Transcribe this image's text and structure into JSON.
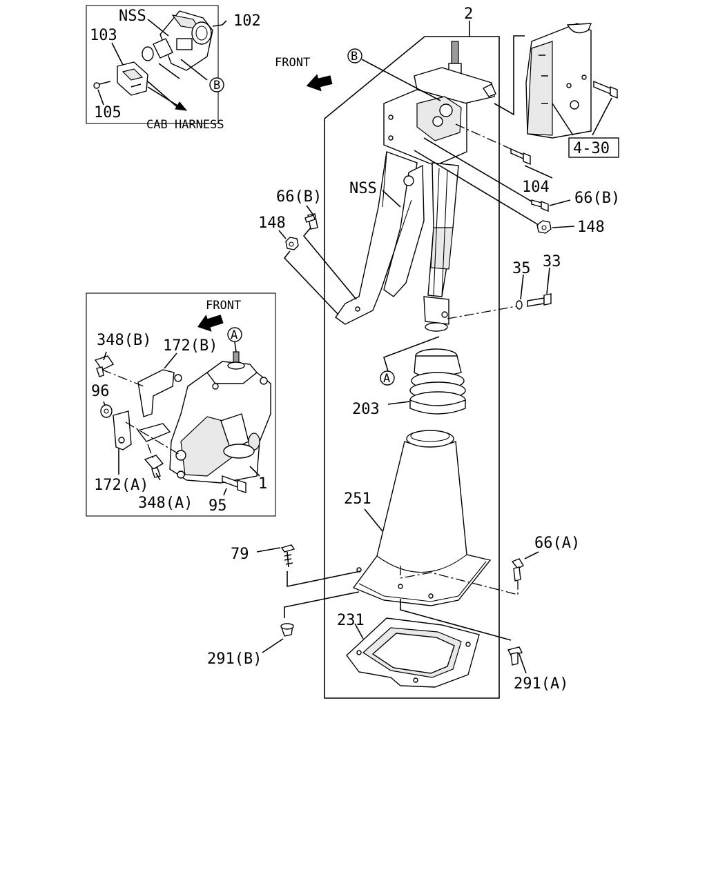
{
  "labels": {
    "nss_top": "NSS",
    "p102": "102",
    "p103": "103",
    "p105": "105",
    "cab_harness": "CAB HARNESS",
    "front_top": "FRONT",
    "p2": "2",
    "ref_430": "4-30",
    "p104": "104",
    "p66b_left": "66(B)",
    "p66b_right": "66(B)",
    "p148_left": "148",
    "p148_right": "148",
    "nss_mid": "NSS",
    "p35": "35",
    "p33": "33",
    "front_inset": "FRONT",
    "p348b": "348(B)",
    "p172b": "172(B)",
    "p96": "96",
    "p172a": "172(A)",
    "p348a": "348(A)",
    "p95": "95",
    "p1": "1",
    "p203": "203",
    "p251": "251",
    "p79": "79",
    "p66a": "66(A)",
    "p231": "231",
    "p291b": "291(B)",
    "p291a": "291(A)"
  },
  "callouts": {
    "a_inset": "A",
    "a_main": "A",
    "b_inset": "B",
    "b_main": "B"
  },
  "icons": [
    "front-arrow-icon",
    "cab-harness-arrow-icon"
  ]
}
